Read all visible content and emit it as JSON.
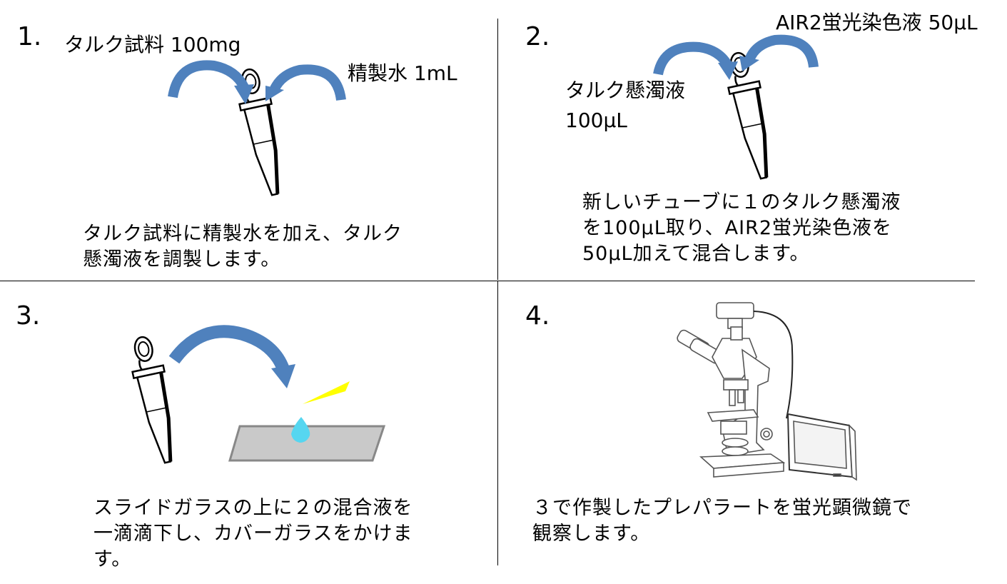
{
  "steps": [
    {
      "number": "1.",
      "labels": {
        "sample": "タルク試料 100mg",
        "water": "精製水 1mL"
      },
      "description": [
        "タルク試料に精製水を加え、タルク",
        "懸濁液を調製します。"
      ]
    },
    {
      "number": "2.",
      "labels": {
        "stain": "AIR2蛍光染色液 50μL",
        "suspension": "タルク懸濁液",
        "volume": "100μL"
      },
      "description": [
        "新しいチューブに１のタルク懸濁液",
        "を100μL取り、AIR2蛍光染色液を",
        "50μL加えて混合します。"
      ]
    },
    {
      "number": "3.",
      "description": [
        "スライドガラスの上に２の混合液を",
        "一滴滴下し、カバーガラスをかけま",
        "す。"
      ]
    },
    {
      "number": "4.",
      "description": [
        "３で作製したプレパラートを蛍光顕微鏡で",
        "観察します。"
      ]
    }
  ],
  "colors": {
    "arrow": "#4f81bd",
    "drop": "#56d6f0",
    "pipette": "#ffff00",
    "slide": "#c9c9c9"
  }
}
